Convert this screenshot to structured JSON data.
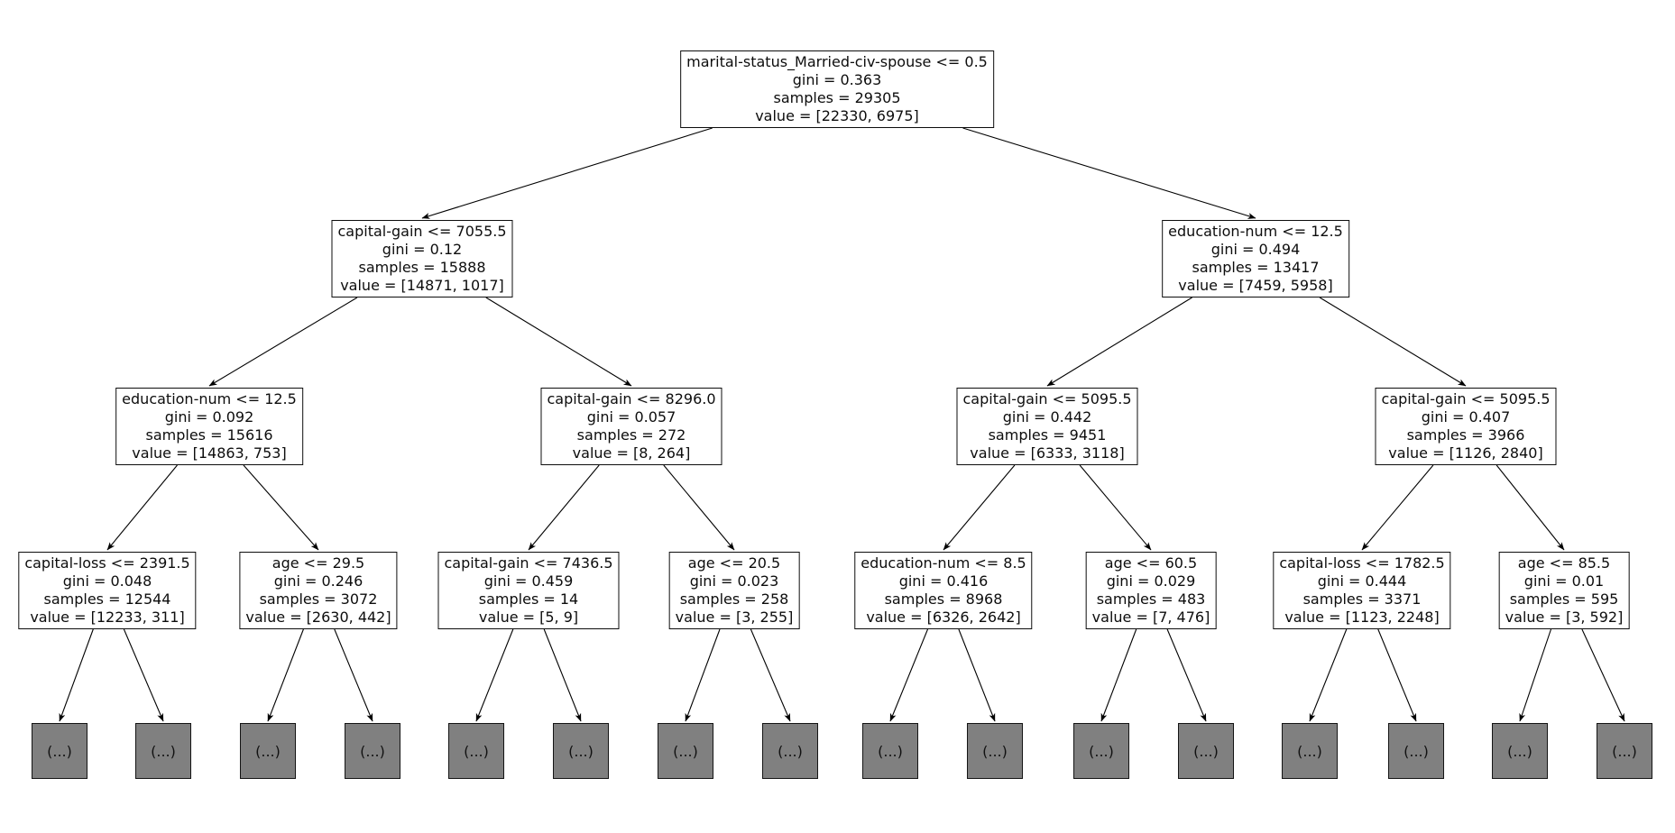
{
  "figure": {
    "background": "#ffffff",
    "node_fill": "#ffffff",
    "node_border_color": "#0d0d0d",
    "leaf_fill": "#808080",
    "arrow_color": "#000000",
    "leaf_label": "(...)"
  },
  "tree": {
    "nodes": {
      "n0": {
        "condition": "marital-status_Married-civ-spouse <= 0.5",
        "gini": "gini = 0.363",
        "samples": "samples = 29305",
        "value": "value = [22330, 6975]"
      },
      "n1_0": {
        "condition": "capital-gain <= 7055.5",
        "gini": "gini = 0.12",
        "samples": "samples = 15888",
        "value": "value = [14871, 1017]"
      },
      "n1_1": {
        "condition": "education-num <= 12.5",
        "gini": "gini = 0.494",
        "samples": "samples = 13417",
        "value": "value = [7459, 5958]"
      },
      "n2_0": {
        "condition": "education-num <= 12.5",
        "gini": "gini = 0.092",
        "samples": "samples = 15616",
        "value": "value = [14863, 753]"
      },
      "n2_1": {
        "condition": "capital-gain <= 8296.0",
        "gini": "gini = 0.057",
        "samples": "samples = 272",
        "value": "value = [8, 264]"
      },
      "n2_2": {
        "condition": "capital-gain <= 5095.5",
        "gini": "gini = 0.442",
        "samples": "samples = 9451",
        "value": "value = [6333, 3118]"
      },
      "n2_3": {
        "condition": "capital-gain <= 5095.5",
        "gini": "gini = 0.407",
        "samples": "samples = 3966",
        "value": "value = [1126, 2840]"
      },
      "n3_0": {
        "condition": "capital-loss <= 2391.5",
        "gini": "gini = 0.048",
        "samples": "samples = 12544",
        "value": "value = [12233, 311]"
      },
      "n3_1": {
        "condition": "age <= 29.5",
        "gini": "gini = 0.246",
        "samples": "samples = 3072",
        "value": "value = [2630, 442]"
      },
      "n3_2": {
        "condition": "capital-gain <= 7436.5",
        "gini": "gini = 0.459",
        "samples": "samples = 14",
        "value": "value = [5, 9]"
      },
      "n3_3": {
        "condition": "age <= 20.5",
        "gini": "gini = 0.023",
        "samples": "samples = 258",
        "value": "value = [3, 255]"
      },
      "n3_4": {
        "condition": "education-num <= 8.5",
        "gini": "gini = 0.416",
        "samples": "samples = 8968",
        "value": "value = [6326, 2642]"
      },
      "n3_5": {
        "condition": "age <= 60.5",
        "gini": "gini = 0.029",
        "samples": "samples = 483",
        "value": "value = [7, 476]"
      },
      "n3_6": {
        "condition": "capital-loss <= 1782.5",
        "gini": "gini = 0.444",
        "samples": "samples = 3371",
        "value": "value = [1123, 2248]"
      },
      "n3_7": {
        "condition": "age <= 85.5",
        "gini": "gini = 0.01",
        "samples": "samples = 595",
        "value": "value = [3, 592]"
      }
    },
    "edges": [
      [
        "n0",
        "n1_0"
      ],
      [
        "n0",
        "n1_1"
      ],
      [
        "n1_0",
        "n2_0"
      ],
      [
        "n1_0",
        "n2_1"
      ],
      [
        "n1_1",
        "n2_2"
      ],
      [
        "n1_1",
        "n2_3"
      ],
      [
        "n2_0",
        "n3_0"
      ],
      [
        "n2_0",
        "n3_1"
      ],
      [
        "n2_1",
        "n3_2"
      ],
      [
        "n2_1",
        "n3_3"
      ],
      [
        "n2_2",
        "n3_4"
      ],
      [
        "n2_2",
        "n3_5"
      ],
      [
        "n2_3",
        "n3_6"
      ],
      [
        "n2_3",
        "n3_7"
      ],
      [
        "n3_0",
        "l0"
      ],
      [
        "n3_0",
        "l1"
      ],
      [
        "n3_1",
        "l2"
      ],
      [
        "n3_1",
        "l3"
      ],
      [
        "n3_2",
        "l4"
      ],
      [
        "n3_2",
        "l5"
      ],
      [
        "n3_3",
        "l6"
      ],
      [
        "n3_3",
        "l7"
      ],
      [
        "n3_4",
        "l8"
      ],
      [
        "n3_4",
        "l9"
      ],
      [
        "n3_5",
        "l10"
      ],
      [
        "n3_5",
        "l11"
      ],
      [
        "n3_6",
        "l12"
      ],
      [
        "n3_6",
        "l13"
      ],
      [
        "n3_7",
        "l14"
      ],
      [
        "n3_7",
        "l15"
      ]
    ]
  }
}
